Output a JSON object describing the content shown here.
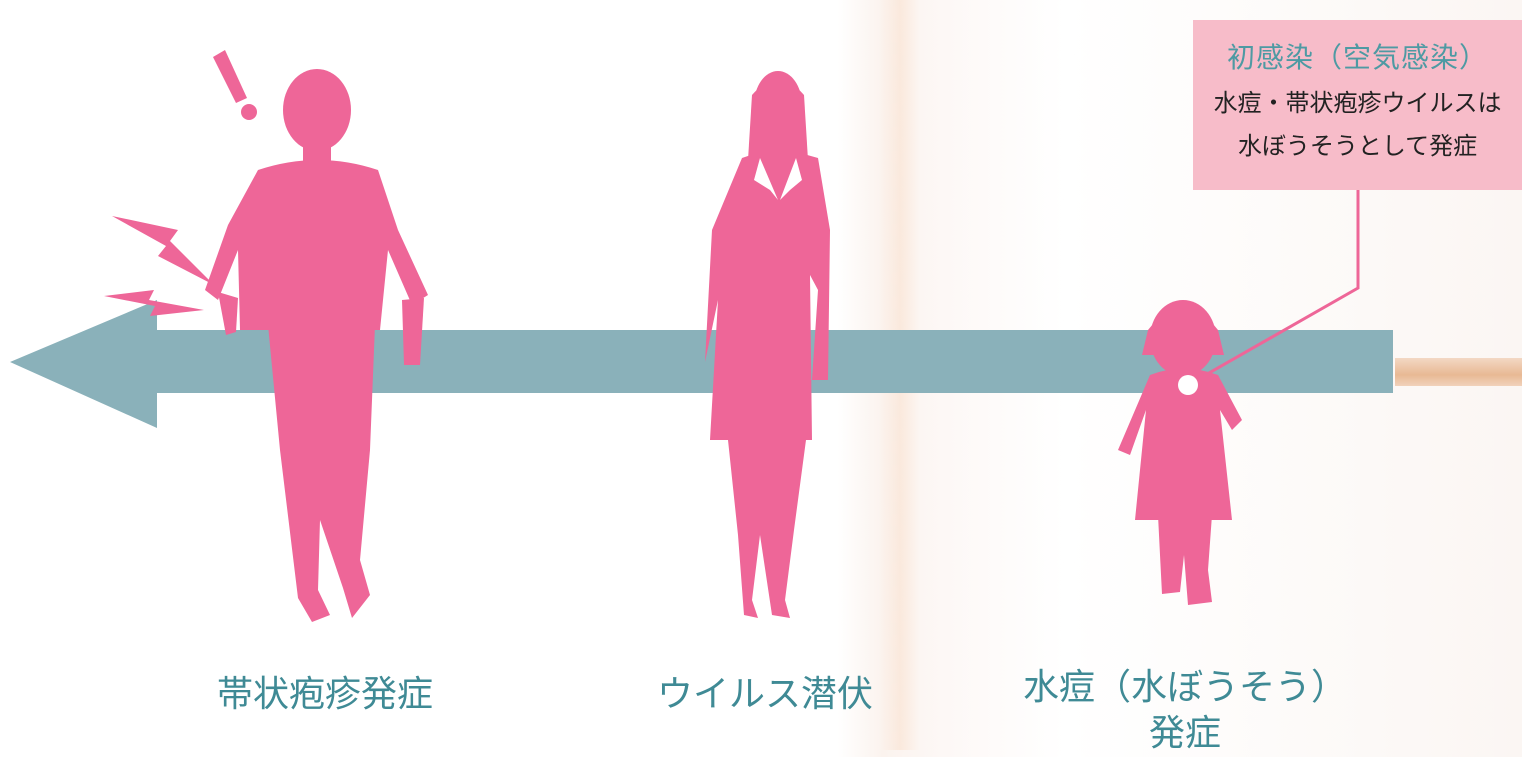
{
  "callout": {
    "title": "初感染（空気感染）",
    "body_line1": "水痘・帯状疱疹ウイルスは",
    "body_line2": "水ぼうそうとして発症"
  },
  "stages": [
    {
      "label": "帯状疱疹発症"
    },
    {
      "label": "ウイルス潜伏"
    },
    {
      "label_line1": "水痘（水ぼうそう）",
      "label_line2": "発症"
    }
  ],
  "colors": {
    "silhouette": "#ee6698",
    "arrow": "#8ab1ba",
    "label_text": "#3f8a95",
    "callout_bg": "#f7bcc9"
  }
}
